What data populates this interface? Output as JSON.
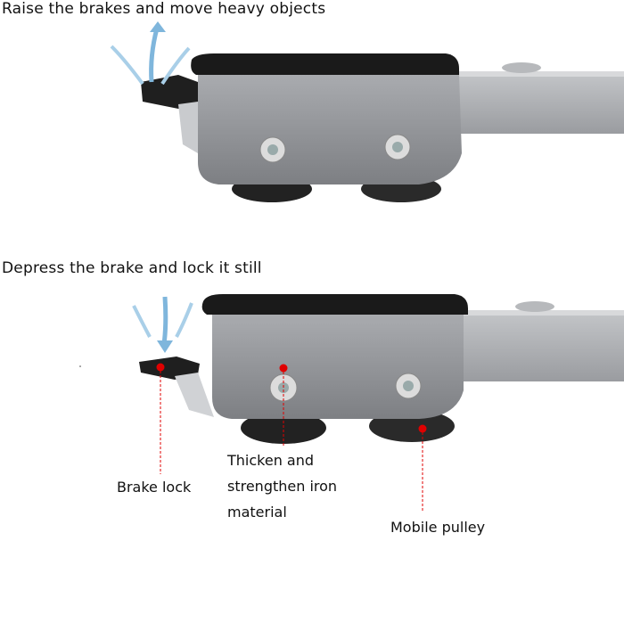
{
  "captions": {
    "top": "Raise the brakes and move heavy objects",
    "middle": "Depress the brake and lock it still"
  },
  "labels": {
    "brake_lock": "Brake lock",
    "material_line1": "Thicken and",
    "material_line2": "strengthen iron",
    "material_line3": "material",
    "mobile_pulley": "Mobile pulley"
  },
  "colors": {
    "frame_gray": "#8e9094",
    "pad_black": "#1a1a1a",
    "arrow_blue": "#7fb6dc",
    "marker_red": "#e00000"
  }
}
